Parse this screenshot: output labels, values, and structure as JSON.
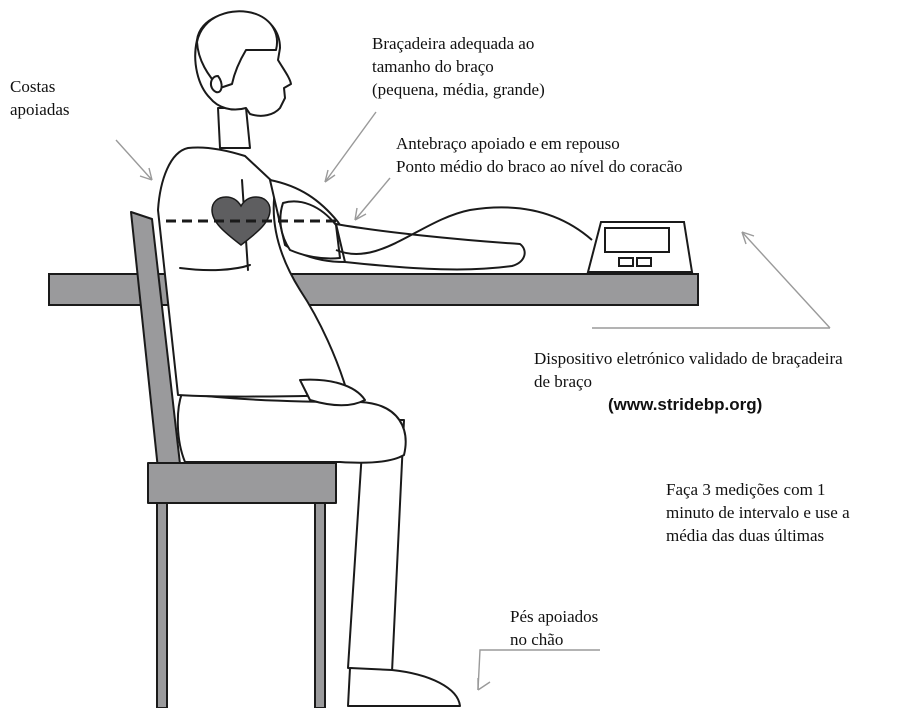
{
  "labels": {
    "backrest": [
      "Costas",
      "apoiadas"
    ],
    "cuff": [
      "Braçadeira adequada ao",
      "tamanho do braço",
      "(pequena, média, grande)"
    ],
    "arm": [
      "Antebraço apoiado e em repouso",
      "Ponto médio do braco ao nível do coracão"
    ],
    "device": [
      "Dispositivo eletrónico validado de braçadeira",
      "de braço"
    ],
    "device_url": "(www.stridebp.org)",
    "measurements": [
      "Faça 3 medições com 1",
      "minuto de intervalo e use a",
      "média das duas últimas"
    ],
    "feet": [
      "Pés apoiados",
      "no chão"
    ]
  },
  "colors": {
    "line": "#1a1a1a",
    "chair_fill": "#9a9a9c",
    "table_fill": "#9a9a9c",
    "heart_fill": "#5e5e60",
    "arrow": "#9a9a9a"
  },
  "icons": [
    "person-figure",
    "heart-icon",
    "chair",
    "table",
    "bp-monitor-icon"
  ]
}
